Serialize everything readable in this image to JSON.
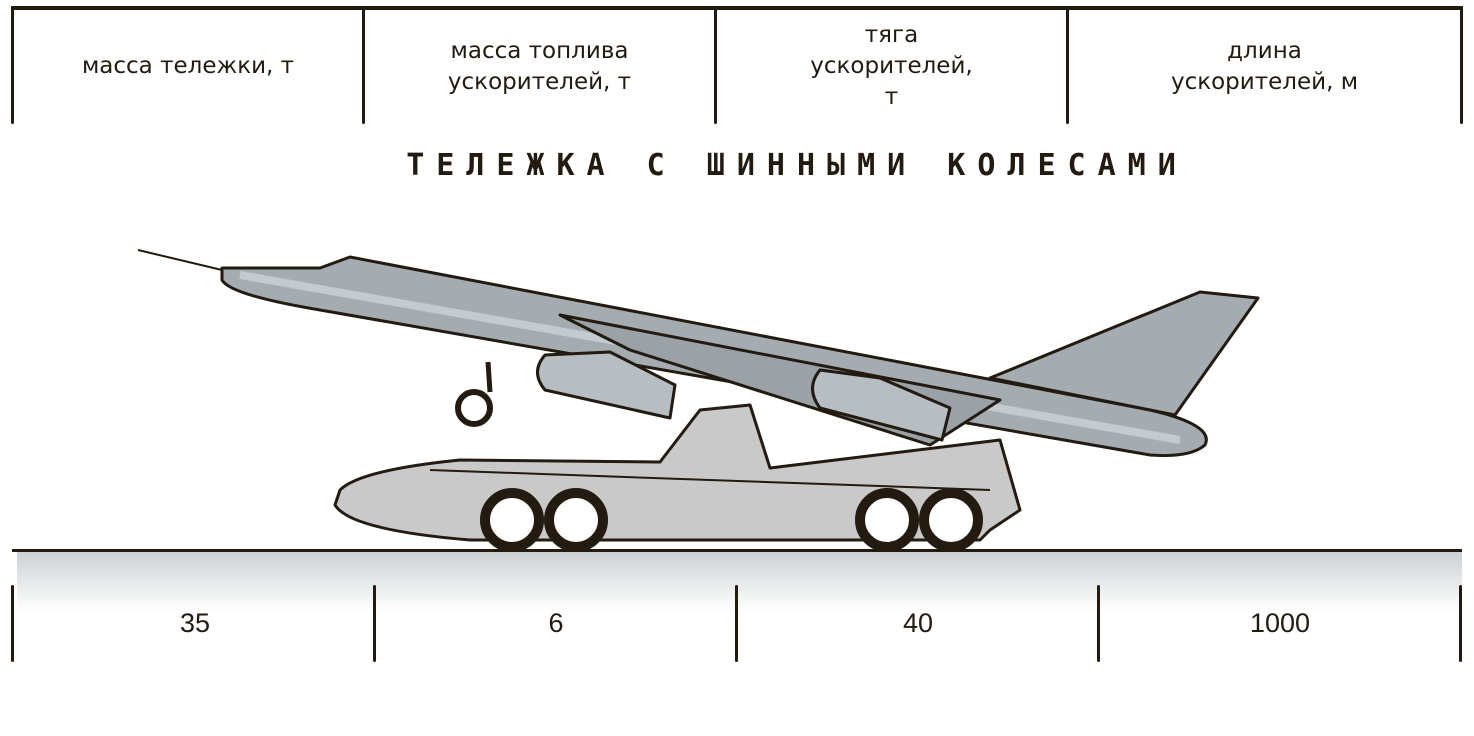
{
  "headers": [
    "масса тележки, т",
    "масса топлива ускорителей, т",
    "тяга ускорителей, т",
    "длина ускорителей, м"
  ],
  "title": "ТЕЛЕЖКА С ШИННЫМИ КОЛЕСАМИ",
  "values": [
    "35",
    "6",
    "40",
    "1000"
  ],
  "colors": {
    "ink": "#231a10",
    "plane": "#a4acb2",
    "cart": "#c9c9c9"
  }
}
